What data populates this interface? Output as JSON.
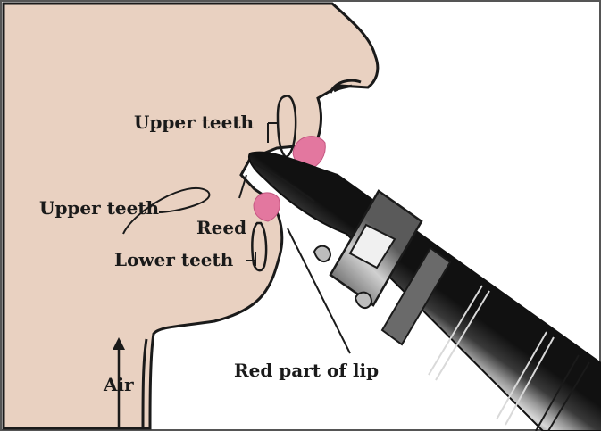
{
  "labels": {
    "upper_teeth_top": "Upper teeth",
    "upper_teeth_left": "Upper teeth",
    "reed": "Reed",
    "lower_teeth": "Lower teeth",
    "red_part_of_lip": "Red part of lip",
    "air": "Air"
  },
  "colors": {
    "skin": "#e9d1c1",
    "lip": "#e3779f",
    "outline": "#1a1a1a",
    "frame": "#555555",
    "mouthpiece_dark": "#2c2c2c",
    "mouthpiece_light": "#8c8c8c",
    "ligature": "#b7b7b7"
  },
  "icons": {
    "instrument": "clarinet-mouthpiece-icon",
    "air_flow": "up-arrow-icon"
  }
}
